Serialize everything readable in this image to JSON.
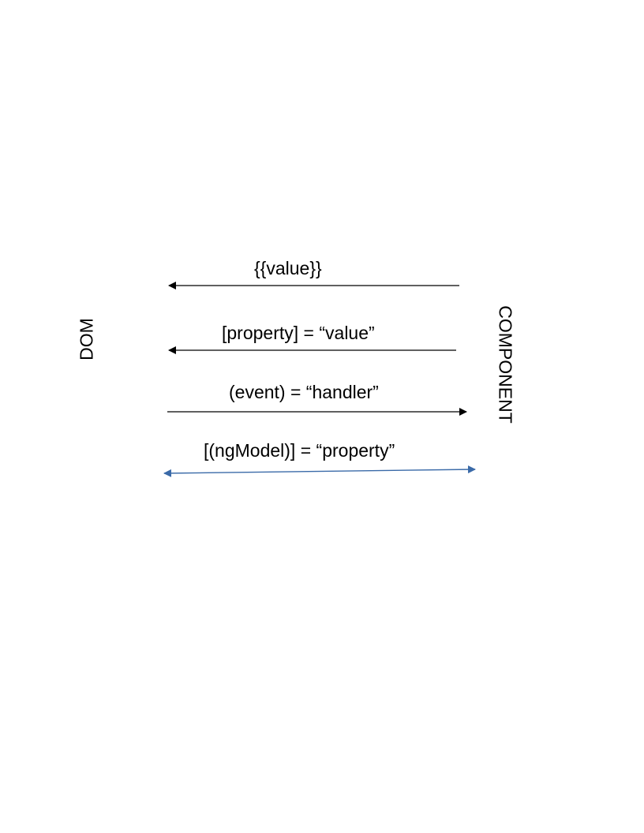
{
  "left_node": {
    "label": "DOM"
  },
  "right_node": {
    "label": "COMPONENT"
  },
  "bindings": [
    {
      "label": "{{value}}",
      "direction": "component-to-dom"
    },
    {
      "label": "[property] = “value”",
      "direction": "component-to-dom"
    },
    {
      "label": "(event) = “handler”",
      "direction": "dom-to-component"
    },
    {
      "label": "[(ngModel)] = “property”",
      "direction": "two-way"
    }
  ],
  "colors": {
    "arrow": "#000000",
    "two_way_arrow": "#3a6aa8"
  }
}
